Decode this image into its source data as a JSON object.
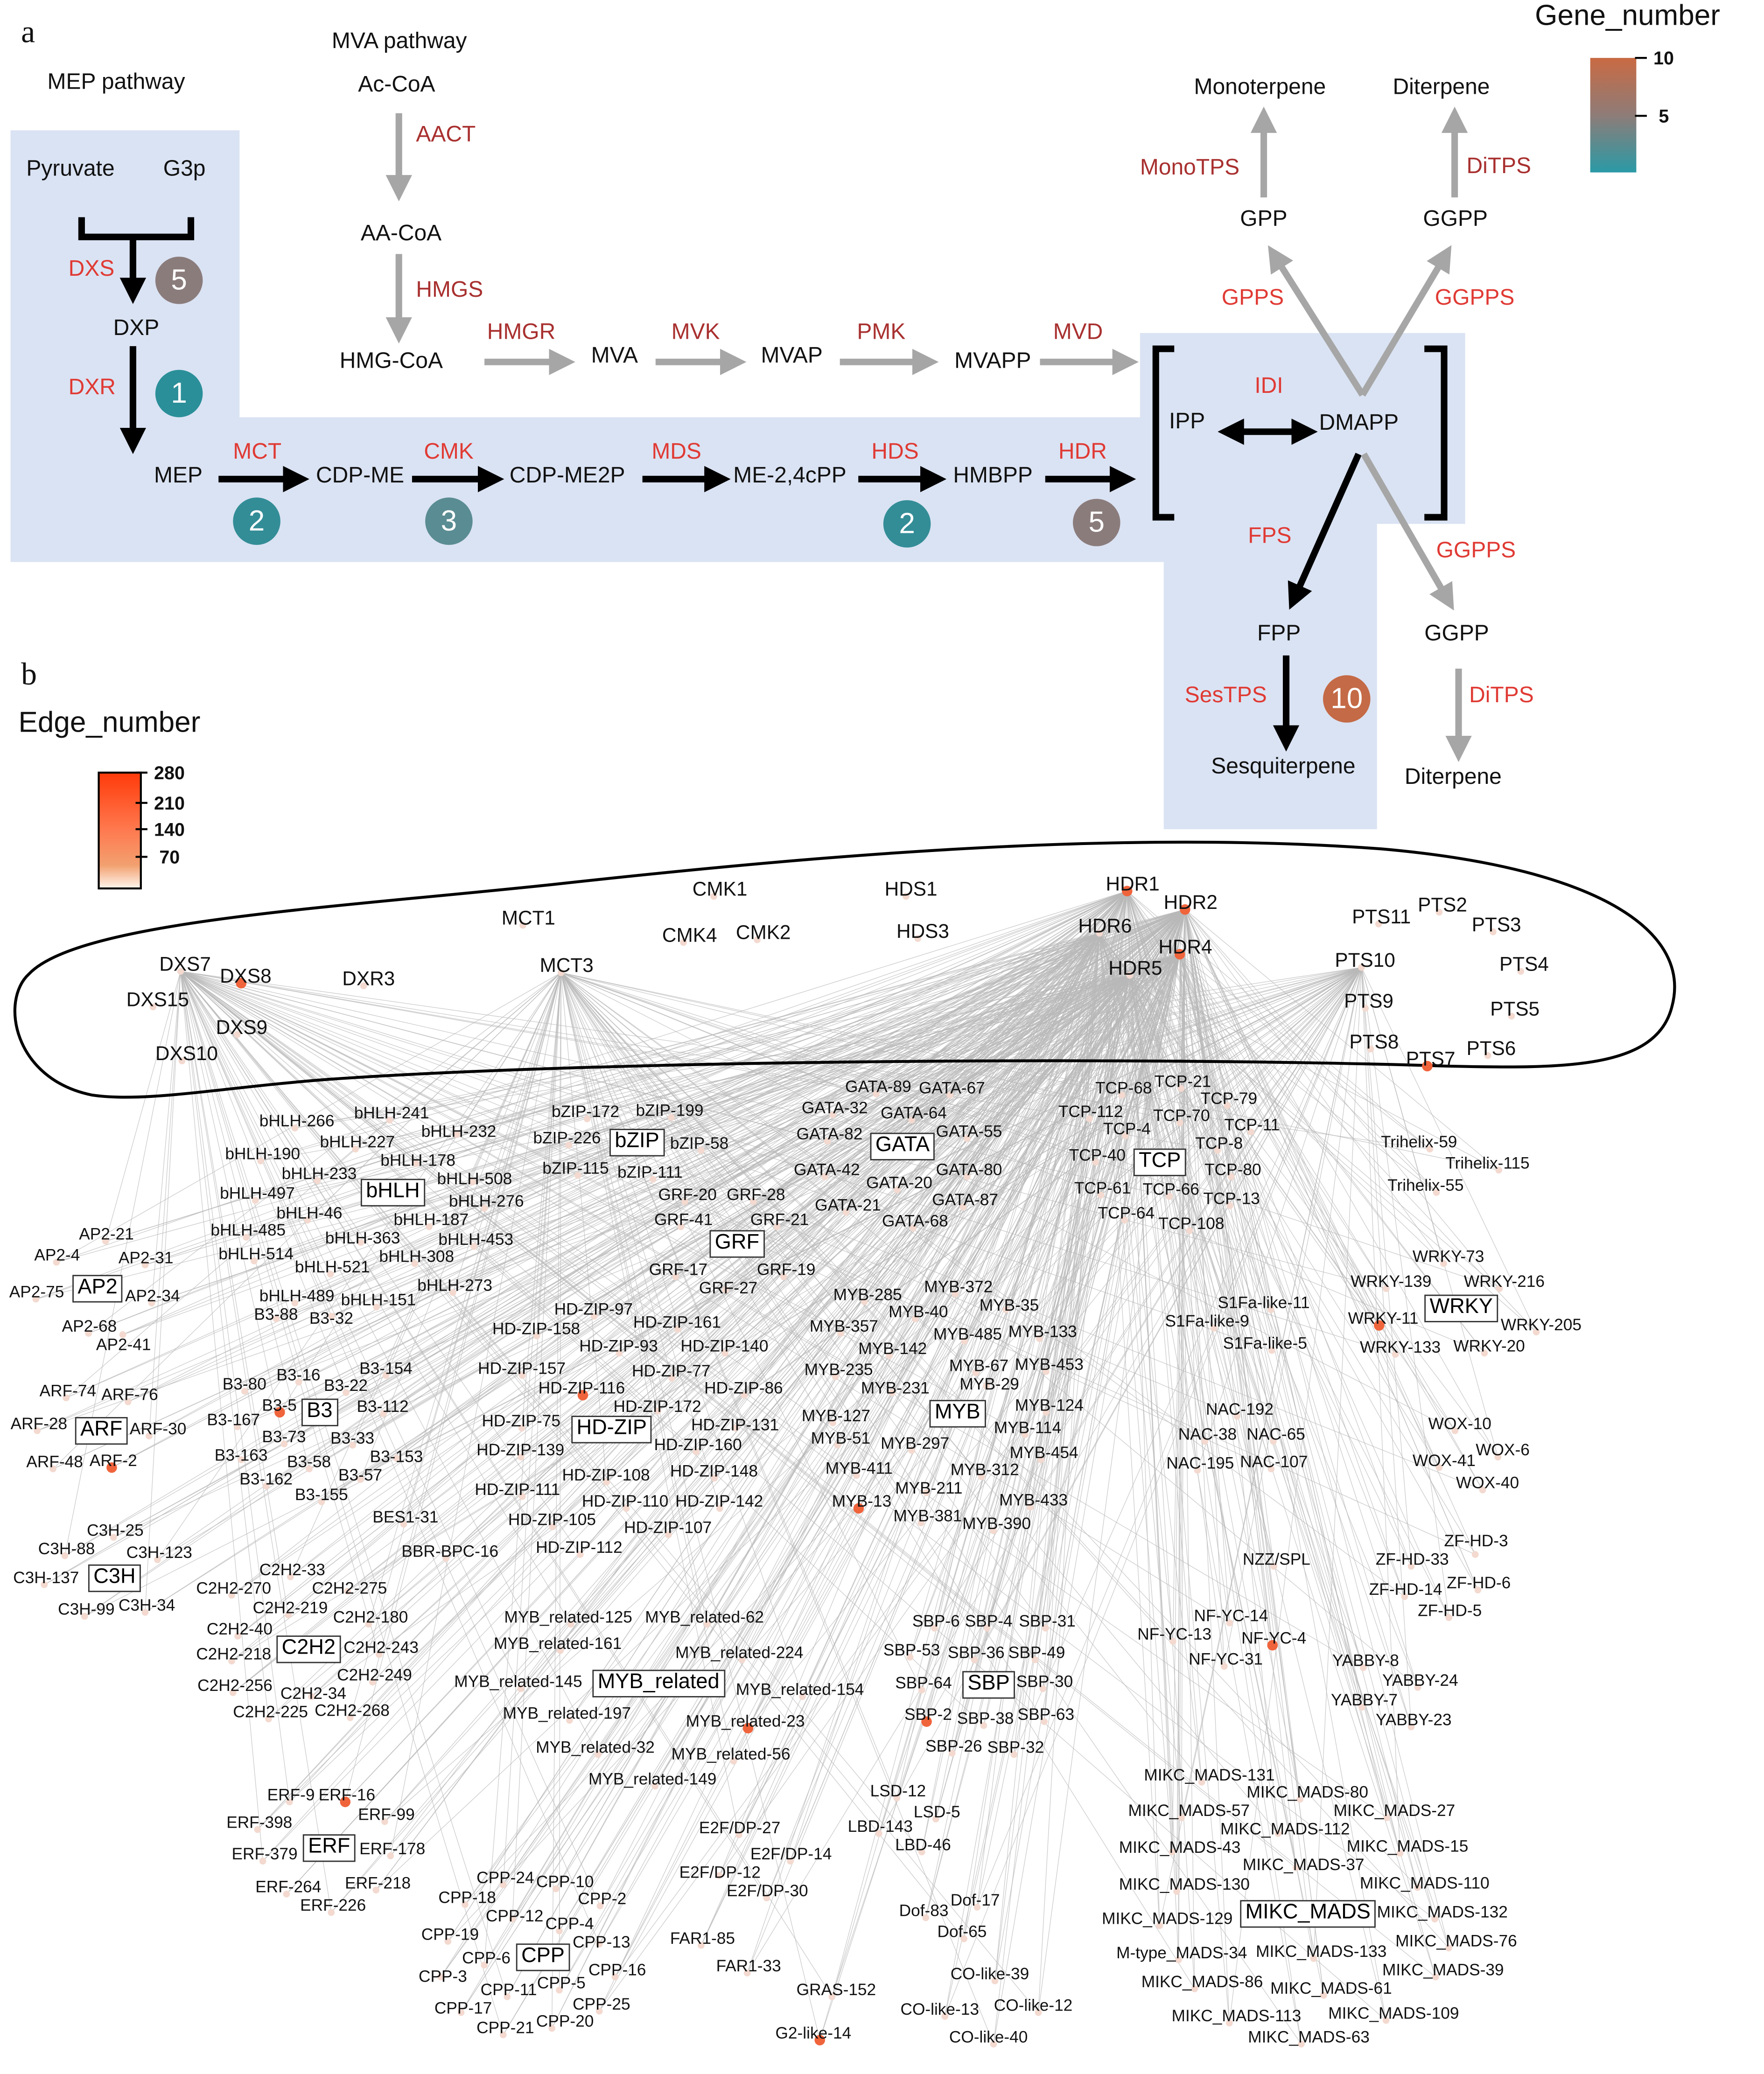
{
  "panel_a": {
    "label": "a",
    "mep_title": "MEP pathway",
    "mva_title": "MVA pathway",
    "metabolites": {
      "pyruvate": "Pyruvate",
      "g3p": "G3p",
      "dxp": "DXP",
      "mep": "MEP",
      "cdp_me": "CDP-ME",
      "cdp_me2p": "CDP-ME2P",
      "me_cpp": "ME-2,4cPP",
      "hmbpp": "HMBPP",
      "ac_coa": "Ac-CoA",
      "aa_coa": "AA-CoA",
      "hmg_coa": "HMG-CoA",
      "mva": "MVA",
      "mvap": "MVAP",
      "mvapp": "MVAPP",
      "ipp": "IPP",
      "dmapp": "DMAPP",
      "gpp": "GPP",
      "ggpp_top": "GGPP",
      "monoterpene": "Monoterpene",
      "diterpene_top": "Diterpene",
      "fpp": "FPP",
      "ggpp_bottom": "GGPP",
      "sesquiterpene": "Sesquiterpene",
      "diterpene_bottom": "Diterpene"
    },
    "enzymes": {
      "dxs": "DXS",
      "dxr": "DXR",
      "mct": "MCT",
      "cmk": "CMK",
      "mds": "MDS",
      "hds": "HDS",
      "hdr": "HDR",
      "aact": "AACT",
      "hmgs": "HMGS",
      "hmgr": "HMGR",
      "mvk": "MVK",
      "pmk": "PMK",
      "mvd": "MVD",
      "idi": "IDI",
      "gpps": "GPPS",
      "ggpps_top": "GGPPS",
      "monotps": "MonoTPS",
      "ditps_top": "DiTPS",
      "fps": "FPS",
      "ggpps_bottom": "GGPPS",
      "sestps": "SesTPS",
      "ditps_bottom": "DiTPS"
    },
    "gene_counts": {
      "dxs": {
        "value": "5",
        "color": "#8b7c7c"
      },
      "dxr": {
        "value": "1",
        "color": "#2a8f99"
      },
      "mct": {
        "value": "2",
        "color": "#338d97"
      },
      "cmk": {
        "value": "3",
        "color": "#5a8c93"
      },
      "hds": {
        "value": "2",
        "color": "#338d97"
      },
      "hdr": {
        "value": "5",
        "color": "#8b7c7c"
      },
      "sestps": {
        "value": "10",
        "color": "#c46a46"
      }
    },
    "legend": {
      "title": "Gene_number",
      "ticks": [
        "10",
        "5"
      ],
      "color_high": "#c96a43",
      "color_low": "#2a9aa6"
    },
    "colors": {
      "region": "#dae3f3",
      "mep_enzyme": "#e03a34",
      "mva_enzyme": "#a8302f"
    }
  },
  "panel_b": {
    "label": "b",
    "legend": {
      "title": "Edge_number",
      "ticks": [
        "280",
        "210",
        "140",
        "70"
      ],
      "color_high": "#ff3a0a",
      "color_low": "#fff6ee"
    },
    "pathway_genes": [
      "DXS7",
      "DXS8",
      "DXS15",
      "DXS9",
      "DXS10",
      "DXR3",
      "MCT1",
      "MCT3",
      "CMK1",
      "CMK4",
      "CMK2",
      "HDS1",
      "HDS3",
      "HDR1",
      "HDR2",
      "HDR6",
      "HDR4",
      "HDR5",
      "PTS11",
      "PTS2",
      "PTS3",
      "PTS10",
      "PTS4",
      "PTS9",
      "PTS5",
      "PTS8",
      "PTS7",
      "PTS6"
    ],
    "tf_families": [
      "bZIP",
      "GATA",
      "TCP",
      "bHLH",
      "GRF",
      "AP2",
      "WRKY",
      "ARF",
      "B3",
      "HD-ZIP",
      "MYB",
      "C3H",
      "C2H2",
      "MYB_related",
      "SBP",
      "ERF",
      "CPP",
      "MIKC_MADS"
    ],
    "tf_genes": [
      "GATA-89",
      "GATA-67",
      "GATA-32",
      "GATA-64",
      "GATA-82",
      "GATA-55",
      "GATA-42",
      "GATA-80",
      "GATA-20",
      "GATA-21",
      "GATA-87",
      "GATA-68",
      "bZIP-172",
      "bZIP-199",
      "bZIP-226",
      "bZIP-58",
      "bZIP-115",
      "bZIP-111",
      "GRF-20",
      "GRF-28",
      "GRF-41",
      "GRF-21",
      "GRF-17",
      "GRF-27",
      "GRF-19",
      "TCP-68",
      "TCP-21",
      "TCP-79",
      "TCP-112",
      "TCP-70",
      "TCP-11",
      "TCP-4",
      "TCP-8",
      "TCP-40",
      "TCP-80",
      "TCP-61",
      "TCP-66",
      "TCP-13",
      "TCP-64",
      "TCP-108",
      "Trihelix-59",
      "Trihelix-115",
      "Trihelix-55",
      "bHLH-266",
      "bHLH-241",
      "bHLH-232",
      "bHLH-227",
      "bHLH-190",
      "bHLH-178",
      "bHLH-233",
      "bHLH-508",
      "bHLH-497",
      "bHLH-276",
      "bHLH-46",
      "bHLH-187",
      "bHLH-485",
      "bHLH-363",
      "bHLH-453",
      "bHLH-514",
      "bHLH-308",
      "bHLH-521",
      "bHLH-273",
      "bHLH-489",
      "bHLH-151",
      "AP2-21",
      "AP2-4",
      "AP2-31",
      "AP2-75",
      "AP2-34",
      "AP2-68",
      "AP2-41",
      "HD-ZIP-97",
      "HD-ZIP-161",
      "HD-ZIP-158",
      "HD-ZIP-93",
      "HD-ZIP-140",
      "HD-ZIP-157",
      "HD-ZIP-77",
      "HD-ZIP-116",
      "HD-ZIP-86",
      "HD-ZIP-172",
      "HD-ZIP-75",
      "HD-ZIP-131",
      "HD-ZIP-139",
      "HD-ZIP-160",
      "HD-ZIP-108",
      "HD-ZIP-148",
      "HD-ZIP-111",
      "HD-ZIP-110",
      "HD-ZIP-142",
      "HD-ZIP-105",
      "HD-ZIP-107",
      "HD-ZIP-112",
      "MYB-285",
      "MYB-372",
      "MYB-35",
      "MYB-40",
      "MYB-357",
      "MYB-485",
      "MYB-133",
      "MYB-142",
      "MYB-67",
      "MYB-453",
      "MYB-235",
      "MYB-231",
      "MYB-29",
      "MYB-124",
      "MYB-127",
      "MYB-114",
      "MYB-51",
      "MYB-297",
      "MYB-454",
      "MYB-411",
      "MYB-312",
      "MYB-211",
      "MYB-433",
      "MYB-13",
      "MYB-381",
      "MYB-390",
      "WRKY-73",
      "WRKY-139",
      "WRKY-216",
      "WRKY-11",
      "WRKY-205",
      "WRKY-133",
      "WRKY-20",
      "S1Fa-like-11",
      "S1Fa-like-9",
      "S1Fa-like-5",
      "ARF-74",
      "ARF-76",
      "ARF-28",
      "ARF-30",
      "ARF-48",
      "ARF-2",
      "B3-88",
      "B3-32",
      "B3-154",
      "B3-16",
      "B3-80",
      "B3-22",
      "B3-5",
      "B3-112",
      "B3-167",
      "B3-73",
      "B3-33",
      "B3-163",
      "B3-153",
      "B3-58",
      "B3-57",
      "B3-162",
      "B3-155",
      "NAC-192",
      "NAC-38",
      "NAC-65",
      "NAC-195",
      "NAC-107",
      "WOX-10",
      "WOX-41",
      "WOX-6",
      "WOX-40",
      "BES1-31",
      "BBR-BPC-16",
      "C3H-25",
      "C3H-88",
      "C3H-123",
      "C3H-137",
      "C3H-99",
      "C3H-34",
      "C2H2-33",
      "C2H2-270",
      "C2H2-275",
      "C2H2-219",
      "C2H2-180",
      "C2H2-40",
      "C2H2-218",
      "C2H2-243",
      "C2H2-249",
      "C2H2-256",
      "C2H2-34",
      "C2H2-225",
      "C2H2-268",
      "NZZ/SPL",
      "ZF-HD-33",
      "ZF-HD-3",
      "ZF-HD-14",
      "ZF-HD-6",
      "ZF-HD-5",
      "NF-YC-14",
      "NF-YC-13",
      "NF-YC-4",
      "NF-YC-31",
      "YABBY-8",
      "YABBY-24",
      "YABBY-7",
      "YABBY-23",
      "MYB_related-125",
      "MYB_related-62",
      "MYB_related-161",
      "MYB_related-224",
      "MYB_related-145",
      "MYB_related-154",
      "MYB_related-197",
      "MYB_related-23",
      "MYB_related-32",
      "MYB_related-56",
      "MYB_related-149",
      "SBP-6",
      "SBP-4",
      "SBP-31",
      "SBP-53",
      "SBP-36",
      "SBP-49",
      "SBP-64",
      "SBP-30",
      "SBP-2",
      "SBP-38",
      "SBP-63",
      "SBP-26",
      "SBP-32",
      "ERF-9",
      "ERF-16",
      "ERF-398",
      "ERF-99",
      "ERF-379",
      "ERF-178",
      "ERF-264",
      "ERF-218",
      "ERF-226",
      "LSD-12",
      "LSD-5",
      "LBD-143",
      "LBD-46",
      "E2F/DP-27",
      "E2F/DP-14",
      "E2F/DP-12",
      "E2F/DP-30",
      "MIKC_MADS-131",
      "MIKC_MADS-80",
      "MIKC_MADS-57",
      "MIKC_MADS-27",
      "MIKC_MADS-112",
      "MIKC_MADS-43",
      "MIKC_MADS-15",
      "MIKC_MADS-37",
      "MIKC_MADS-110",
      "MIKC_MADS-130",
      "MIKC_MADS-129",
      "MIKC_MADS-132",
      "MIKC_MADS-76",
      "M-type_MADS-34",
      "MIKC_MADS-133",
      "MIKC_MADS-39",
      "MIKC_MADS-86",
      "MIKC_MADS-61",
      "MIKC_MADS-113",
      "MIKC_MADS-109",
      "MIKC_MADS-63",
      "Dof-83",
      "Dof-17",
      "Dof-65",
      "CPP-24",
      "CPP-10",
      "CPP-18",
      "CPP-2",
      "CPP-12",
      "CPP-4",
      "CPP-19",
      "CPP-13",
      "CPP-6",
      "CPP-3",
      "CPP-16",
      "CPP-11",
      "CPP-5",
      "CPP-17",
      "CPP-25",
      "CPP-21",
      "CPP-20",
      "FAR1-85",
      "FAR1-33",
      "GRAS-152",
      "G2-like-14",
      "CO-like-39",
      "CO-like-13",
      "CO-like-12",
      "CO-like-40"
    ],
    "colors": {
      "edge": "#b8b8b8",
      "hub_node": "#f0643c",
      "node": "#f3d9cf",
      "outline": "#000000"
    }
  }
}
